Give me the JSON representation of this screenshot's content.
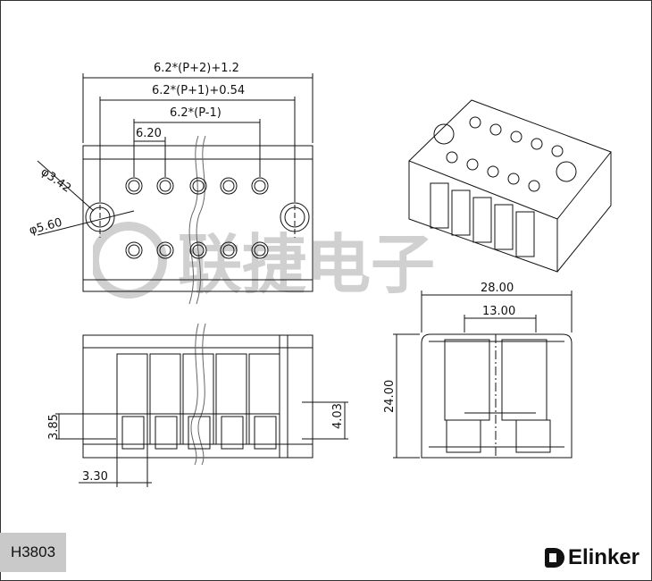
{
  "drawing": {
    "part_number": "H3803",
    "brand": "Elinker",
    "watermark_text": "联捷电子",
    "dimensions": {
      "overall_width": "6.2*(P+2)+1.2",
      "mount_span": "6.2*(P+1)+0.54",
      "pin_span": "6.2*(P-1)",
      "pitch": "6.20",
      "hole_dia": "φ3.42",
      "mount_dia": "φ5.60",
      "depth": "28.00",
      "inner": "13.00",
      "height": "24.00",
      "slot_height": "3.85",
      "slot_depth": "4.03",
      "slot_width": "3.30"
    }
  }
}
